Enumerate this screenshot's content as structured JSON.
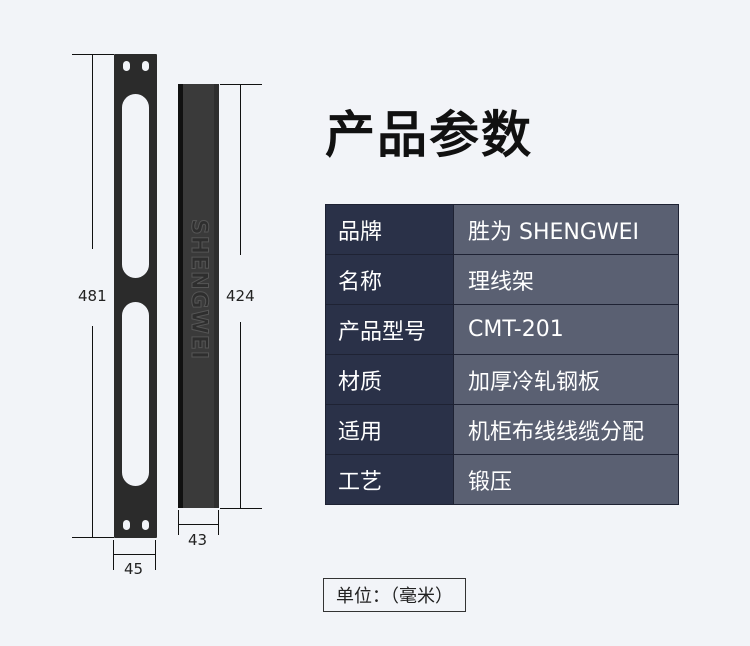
{
  "title": "产品参数",
  "dimensions": {
    "height_plate": "481",
    "height_bar": "424",
    "width_plate": "45",
    "width_bar": "43"
  },
  "product_logo": "SHENGWEI",
  "specs": [
    {
      "key": "品牌",
      "value": "胜为 SHENGWEI"
    },
    {
      "key": "名称",
      "value": "理线架"
    },
    {
      "key": "产品型号",
      "value": "CMT-201"
    },
    {
      "key": "材质",
      "value": "加厚冷轧钢板"
    },
    {
      "key": "适用",
      "value": "机柜布线线缆分配"
    },
    {
      "key": "工艺",
      "value": "锻压"
    }
  ],
  "unit": "单位：（毫米）"
}
